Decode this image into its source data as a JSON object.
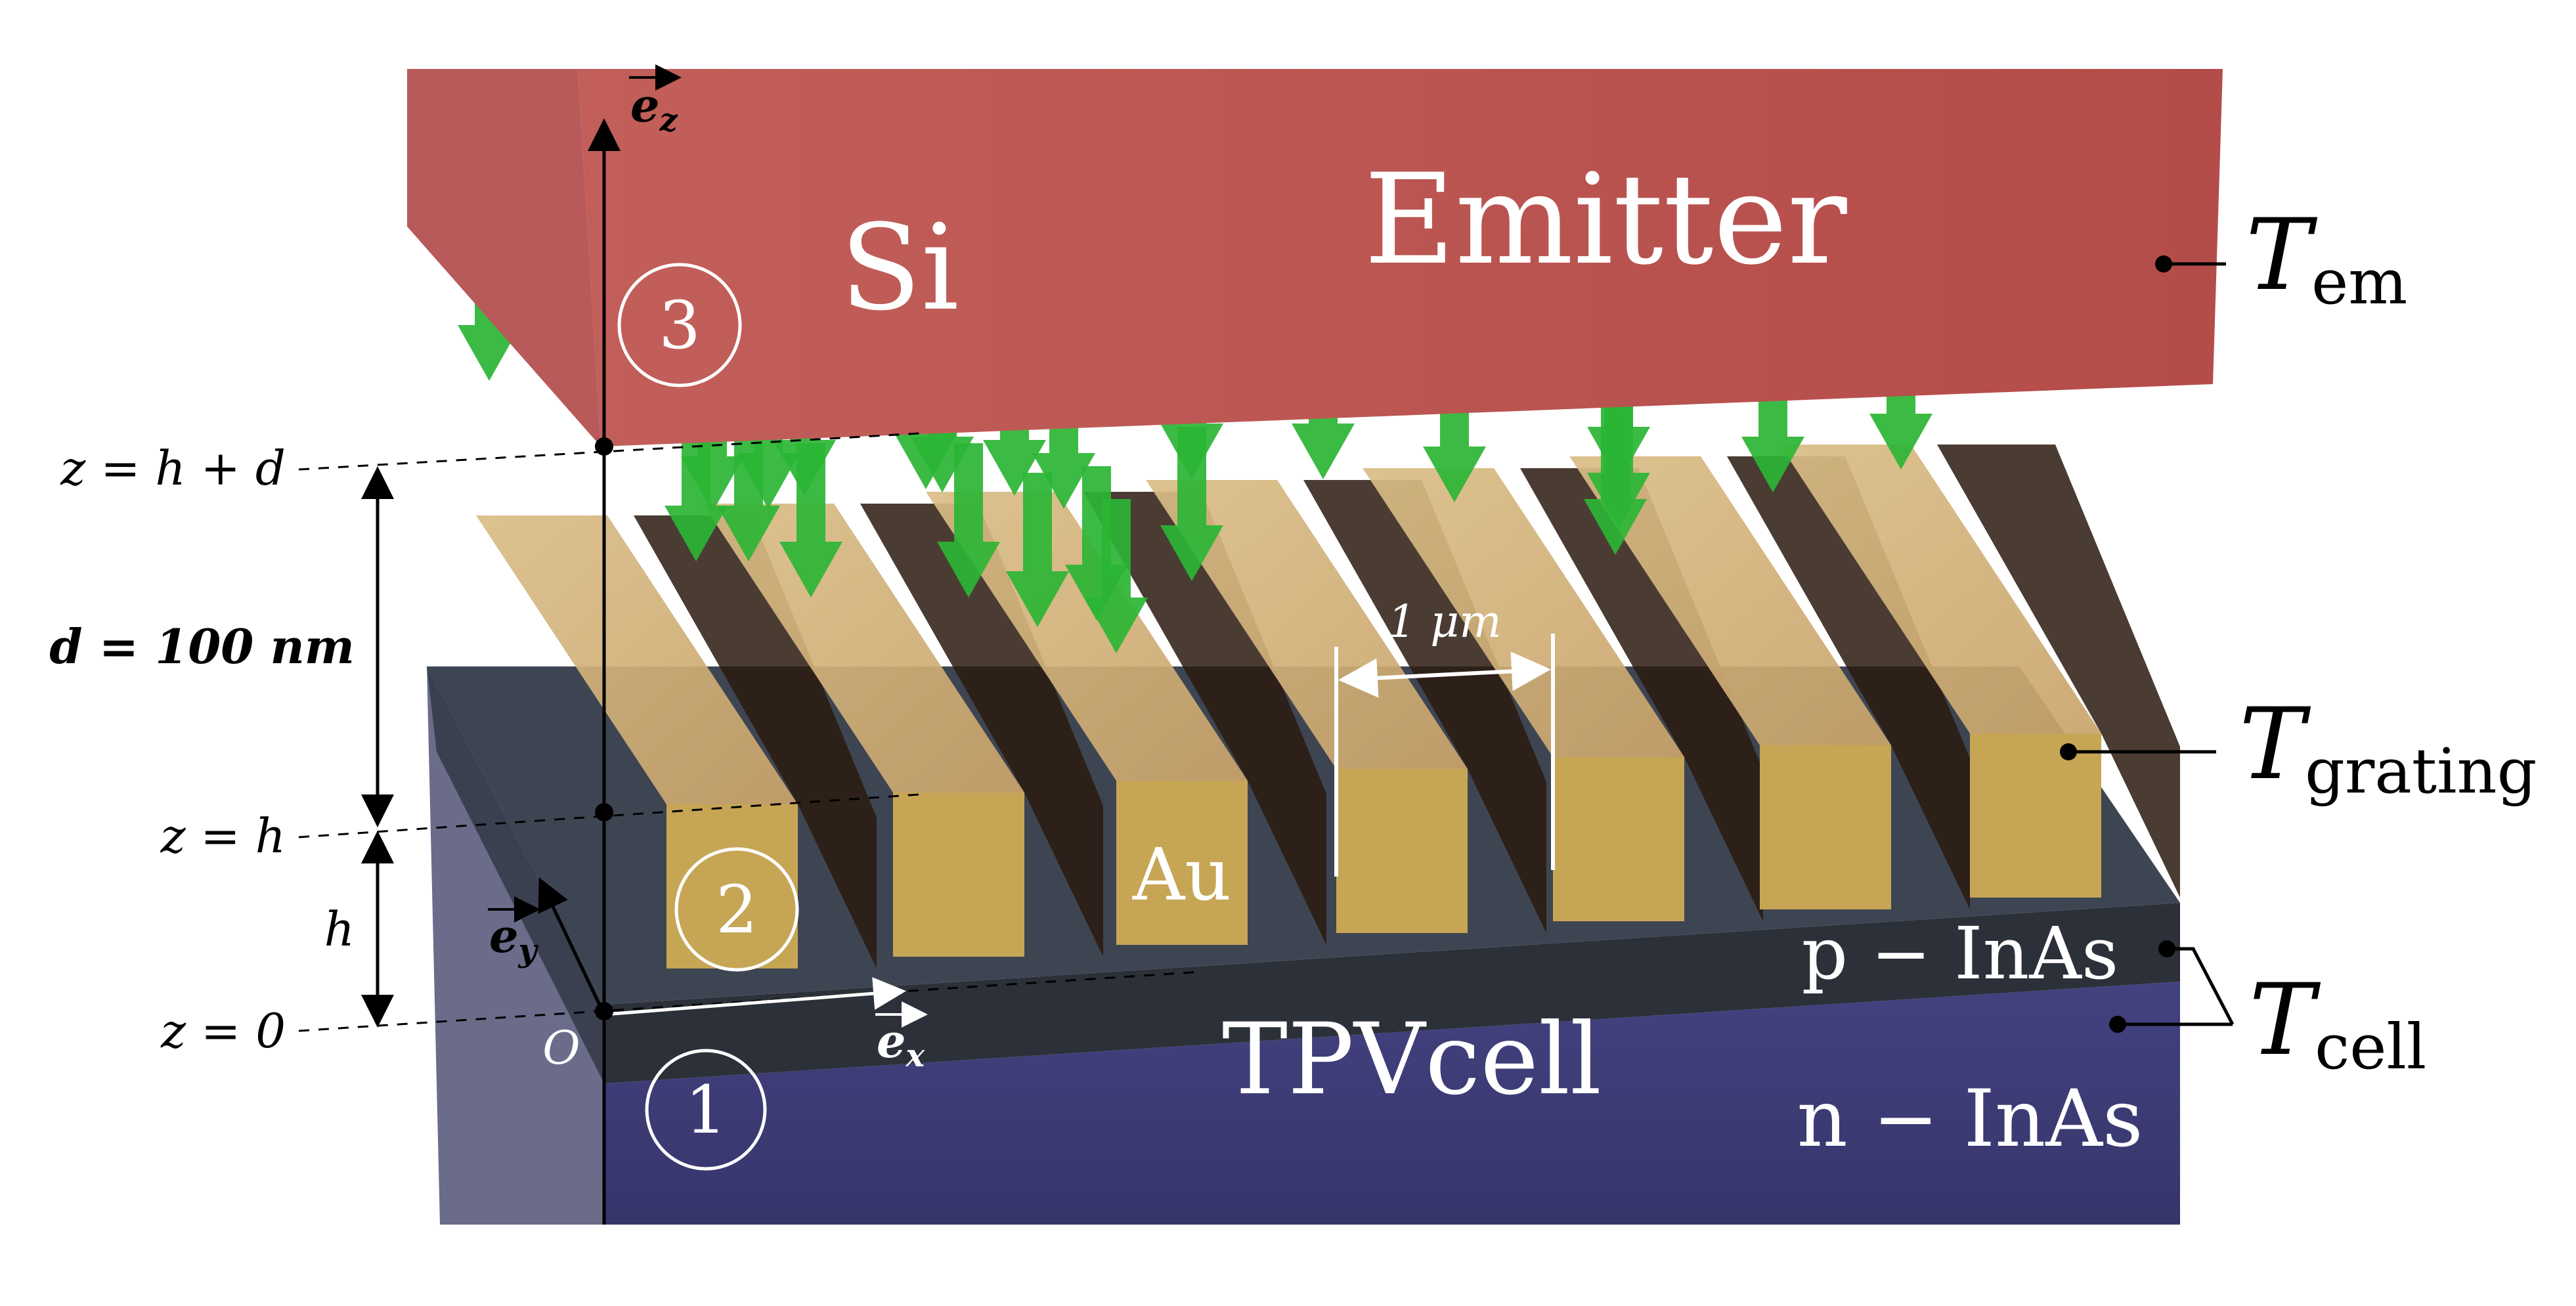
{
  "emitter": {
    "title": "Emitter",
    "material": "Si",
    "region": "3",
    "temp_symbol": "T",
    "temp_sub": "em",
    "color": "#b54e4b"
  },
  "grating": {
    "material": "Au",
    "region": "2",
    "temp_symbol": "T",
    "temp_sub": "grating",
    "period_label": "1 μm",
    "color": "#c6a655"
  },
  "cell": {
    "title": "TPVcell",
    "region": "1",
    "p_layer": "p − InAs",
    "n_layer": "n − InAs",
    "temp_symbol": "T",
    "temp_sub": "cell",
    "color_p": "#2d323b",
    "color_n": "#3f3e74"
  },
  "axes": {
    "ez": "e",
    "ez_sub": "z",
    "ex": "e",
    "ex_sub": "x",
    "ey": "e",
    "ey_sub": "y",
    "origin": "O"
  },
  "levels": {
    "top": "z = h + d",
    "mid": "z = h",
    "bottom": "z = 0",
    "gap_label": "d = 100 nm",
    "h_label": "h"
  },
  "arrow_color": "#2bb534"
}
